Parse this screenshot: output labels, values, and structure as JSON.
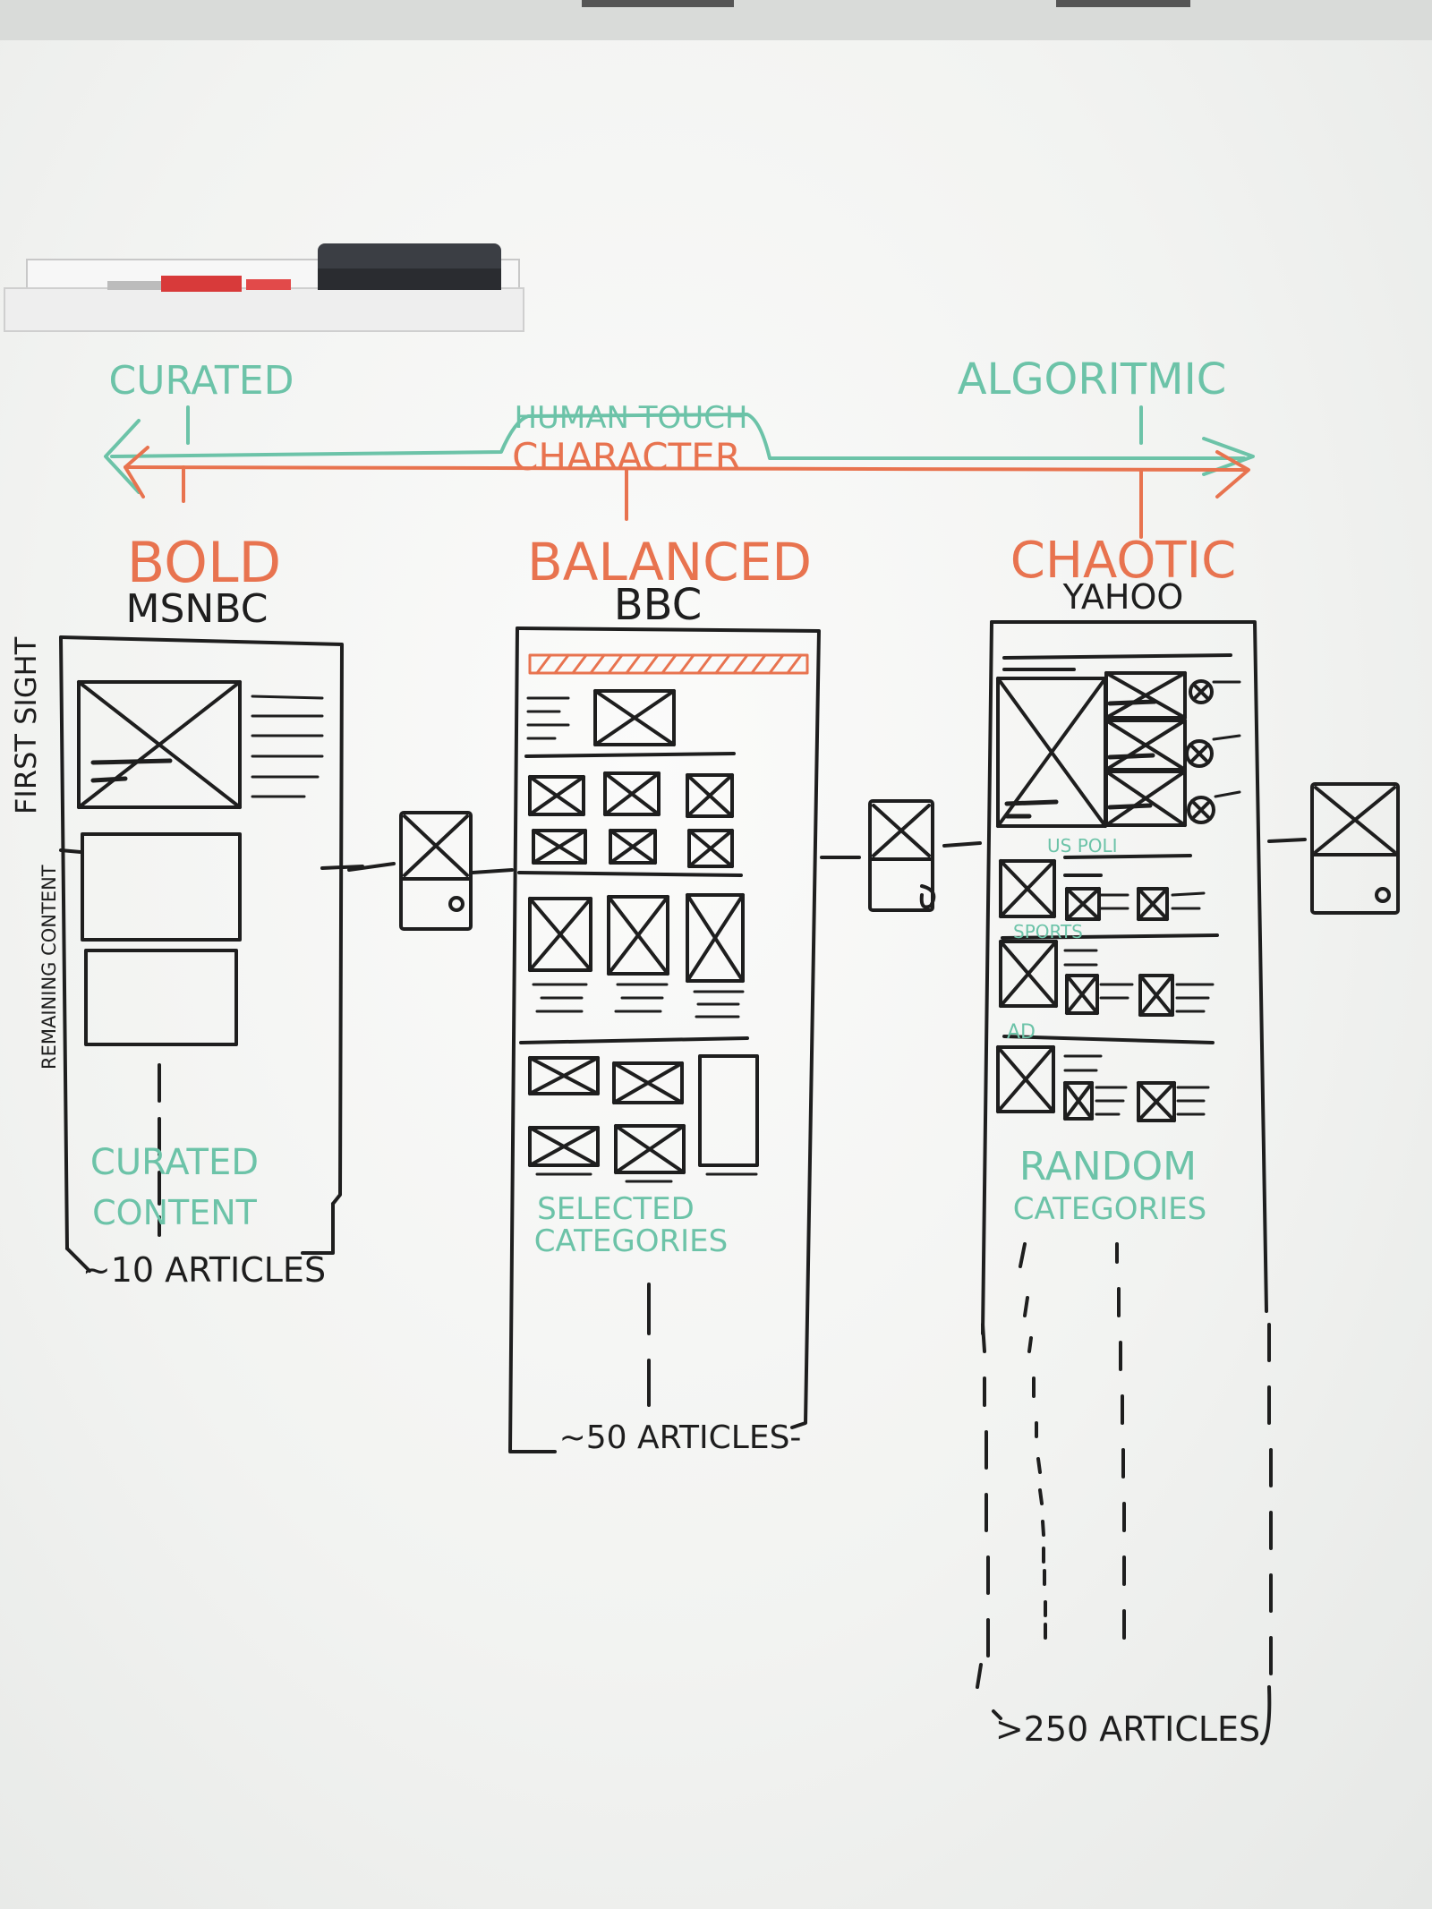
{
  "colors": {
    "marker_black": "#1e1e1e",
    "marker_red": "#e8734f",
    "marker_teal": "#6cc3a8",
    "board": "#f5f6f4"
  },
  "spectrum": {
    "left_label": "CURATED",
    "right_label": "ALGORITMIC",
    "center_top": "HUMAN TOUCH",
    "center_bottom": "CHARACTER"
  },
  "columns": [
    {
      "style": "BOLD",
      "site": "MSNBC",
      "note_line1": "CURATED",
      "note_line2": "CONTENT",
      "count": "~10 ARTICLES"
    },
    {
      "style": "BALANCED",
      "site": "BBC",
      "note_line1": "SELECTED",
      "note_line2": "CATEGORIES",
      "count": "~50 ARTICLES-"
    },
    {
      "style": "CHAOTIC",
      "site": "YAHOO",
      "note_line1": "RANDOM",
      "note_line2": "CATEGORIES",
      "count": ">250 ARTICLES"
    }
  ],
  "side_labels": {
    "first_sight": "FIRST SIGHT",
    "remaining_content": "REMAINING CONTENT"
  },
  "yahoo_section_labels": [
    "US POLI",
    "SPORTS",
    "AD"
  ]
}
